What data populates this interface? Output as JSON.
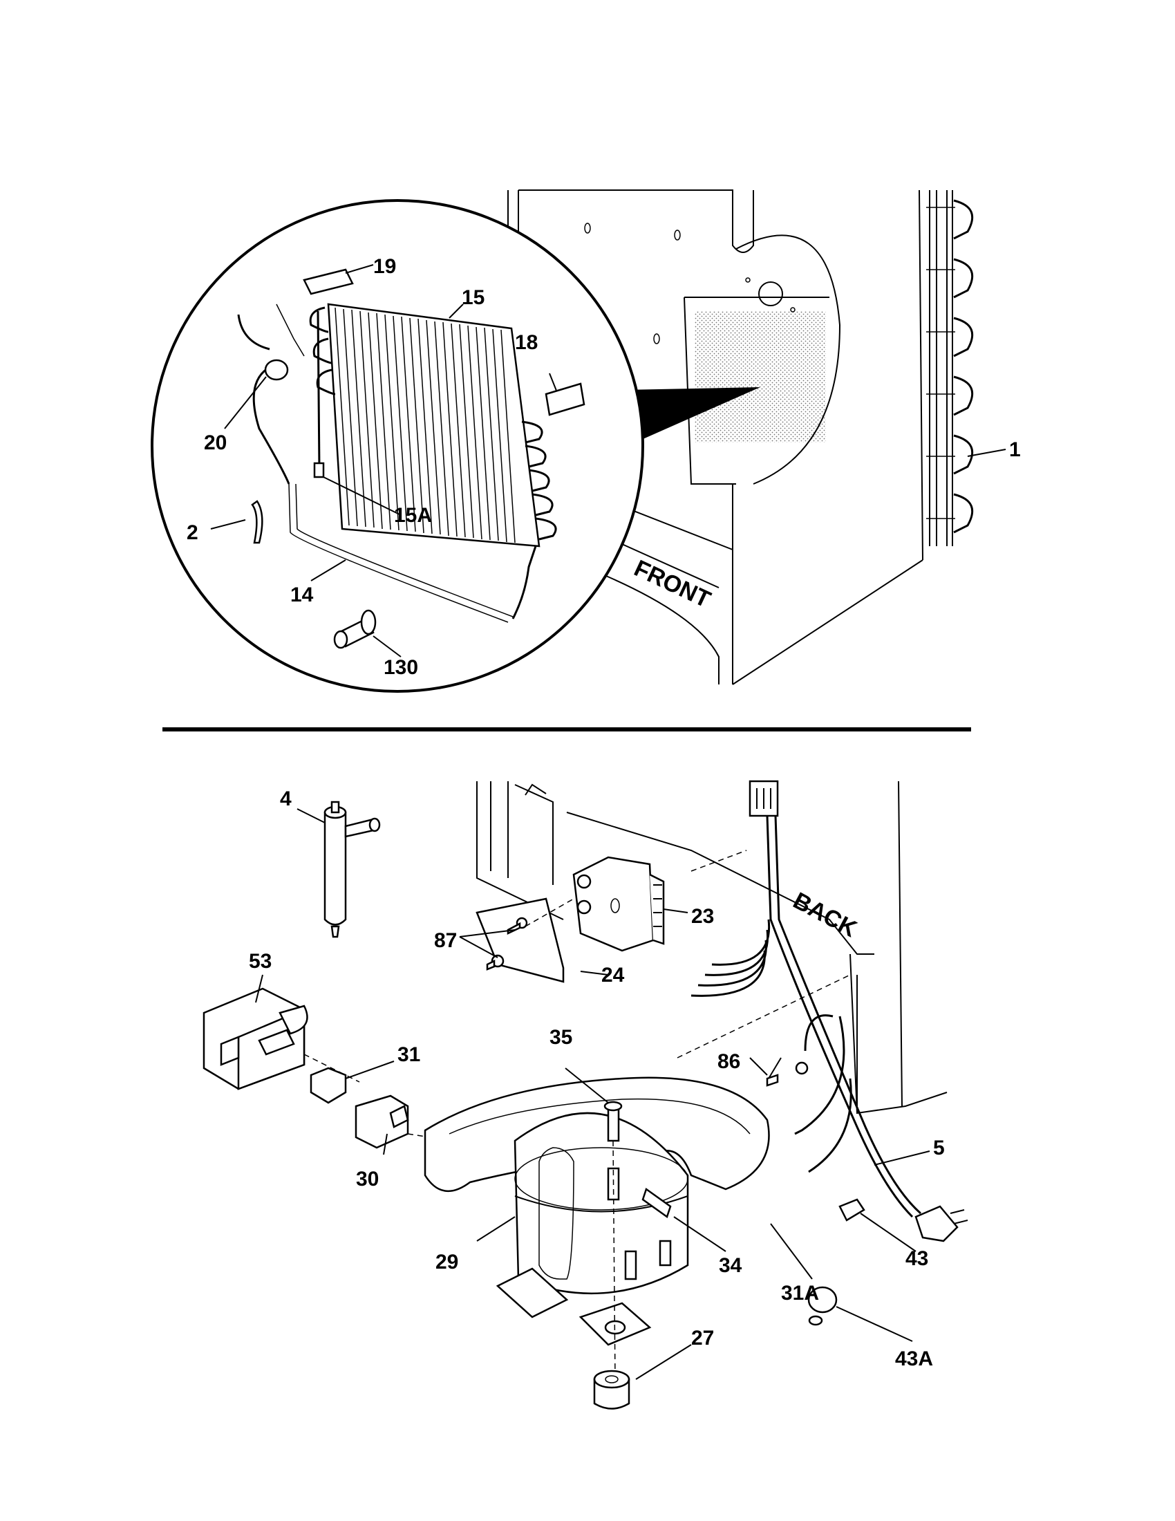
{
  "labels": {
    "p19": "19",
    "p15": "15",
    "p18": "18",
    "p20": "20",
    "p15a": "15A",
    "p2": "2",
    "p14": "14",
    "p130": "130",
    "p1": "1",
    "front": "FRONT",
    "p4": "4",
    "p53": "53",
    "p87": "87",
    "p24": "24",
    "p23": "23",
    "back": "BACK",
    "p31": "31",
    "p35": "35",
    "p86": "86",
    "p5": "5",
    "p30": "30",
    "p29": "29",
    "p34": "34",
    "p31a": "31A",
    "p43": "43",
    "p43a": "43A",
    "p27": "27"
  }
}
